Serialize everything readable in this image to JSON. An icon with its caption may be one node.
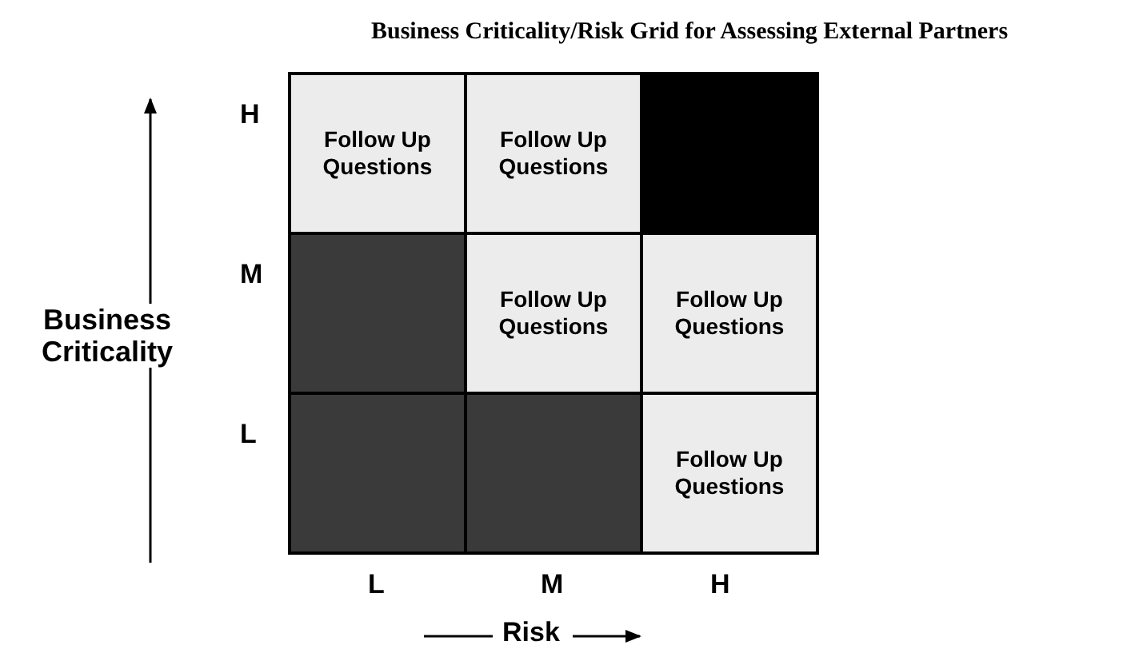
{
  "diagram": {
    "title": "Business Criticality/Risk Grid for Assessing External Partners",
    "nodes": [
      {
        "text": [
          "Follow Up Questions"
        ]
      },
      {
        "text": [
          "Follow Up Questions"
        ]
      },
      {
        "text": [],
        "shape": "box"
      },
      {
        "text": [],
        "shape": "box"
      },
      {
        "text": [
          "Follow Up Questions"
        ]
      },
      {
        "text": [
          "Follow Up Questions"
        ]
      },
      {
        "text": [],
        "shape": "box"
      },
      {
        "text": [],
        "shape": "box"
      },
      {
        "text": [
          "Follow Up Questions"
        ]
      }
    ],
    "labels": [
      "H",
      "M",
      "L",
      "Business Criticality",
      "L",
      "M",
      "H",
      "Risk"
    ]
  }
}
